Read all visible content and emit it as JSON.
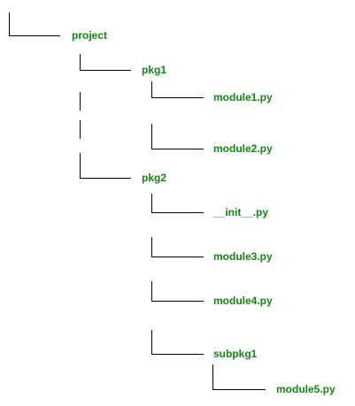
{
  "colors": {
    "line": "#000000",
    "label": "#118811",
    "background": "#ffffff"
  },
  "tree": [
    {
      "id": "project",
      "label": "project",
      "children": [
        {
          "id": "pkg1",
          "label": "pkg1",
          "children": [
            {
              "id": "module1-py",
              "label": "module1.py"
            },
            {
              "id": "module2-py",
              "label": "module2.py"
            }
          ]
        },
        {
          "id": "pkg2",
          "label": "pkg2",
          "children": [
            {
              "id": "init-py",
              "label": "__init__.py"
            },
            {
              "id": "module3-py",
              "label": "module3.py"
            },
            {
              "id": "module4-py",
              "label": "module4.py"
            },
            {
              "id": "subpkg1",
              "label": "subpkg1",
              "children": [
                {
                  "id": "module5-py",
                  "label": "module5.py"
                }
              ]
            }
          ]
        }
      ]
    }
  ]
}
